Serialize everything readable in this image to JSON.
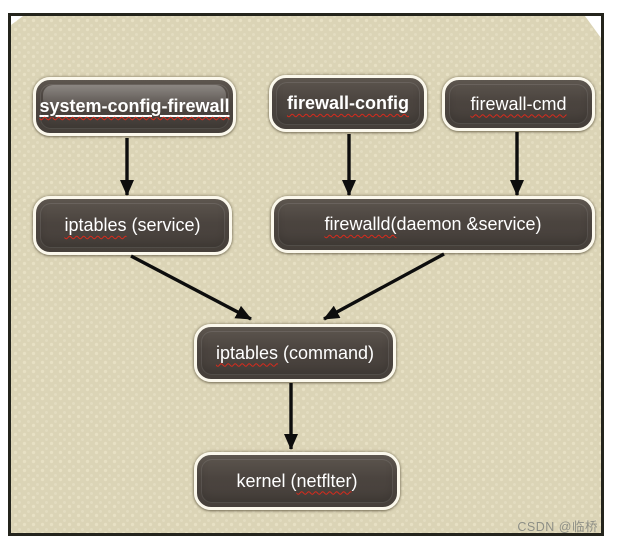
{
  "diagram": {
    "nodes": [
      {
        "id": "system-config-firewall",
        "pre": "",
        "spell": "system-config-firewall",
        "post": ""
      },
      {
        "id": "firewall-config",
        "pre": "",
        "spell": "firewall-config",
        "post": ""
      },
      {
        "id": "firewall-cmd",
        "pre": "",
        "spell": "firewall-cmd",
        "post": ""
      },
      {
        "id": "iptables-service",
        "pre": "",
        "spell": "iptables",
        "post": " (service)"
      },
      {
        "id": "firewalld-daemon-service",
        "pre": "",
        "spell": "firewalld(",
        "post": "daemon &service)"
      },
      {
        "id": "iptables-command",
        "pre": "",
        "spell": "iptables",
        "post": " (command)"
      },
      {
        "id": "kernel-netfilter",
        "pre": "kernel (",
        "spell": "netflter",
        "post": ")"
      }
    ],
    "edges": [
      {
        "from": "system-config-firewall",
        "to": "iptables-service"
      },
      {
        "from": "firewall-config",
        "to": "firewalld-daemon-service"
      },
      {
        "from": "firewall-cmd",
        "to": "firewalld-daemon-service"
      },
      {
        "from": "iptables-service",
        "to": "iptables-command"
      },
      {
        "from": "firewalld-daemon-service",
        "to": "iptables-command"
      },
      {
        "from": "iptables-command",
        "to": "kernel-netfilter"
      }
    ],
    "colors": {
      "background": "#dbd4b6",
      "node_fill": "#4b443f",
      "node_border": "#fbf8ec",
      "arrow": "#0d0d0d",
      "squiggle": "#d92a1c",
      "frame_border": "#24241c"
    },
    "watermark": "CSDN @临桥"
  }
}
